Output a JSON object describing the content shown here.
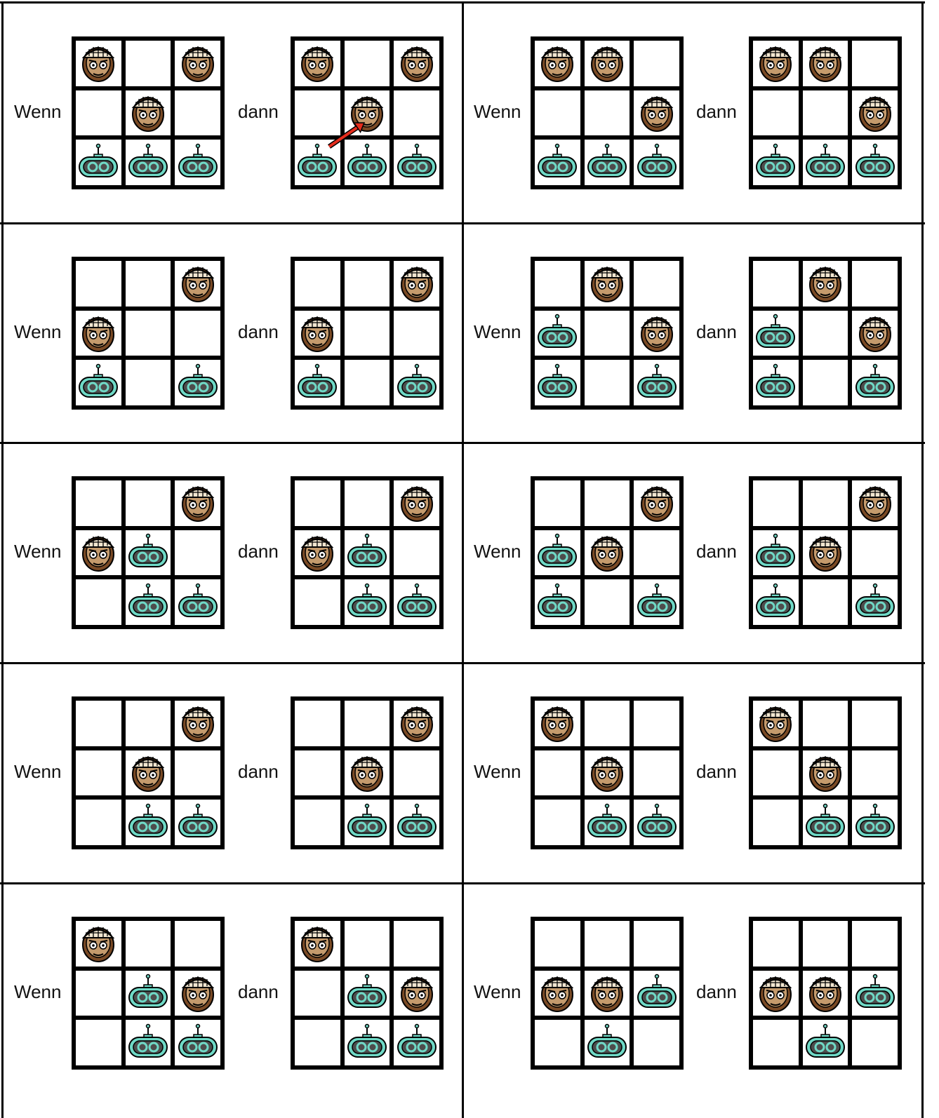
{
  "worksheet": {
    "if_label": "Wenn",
    "then_label": "dann",
    "token_legend": {
      "H": "human-head-icon",
      "R": "robot-icon",
      "": "empty"
    },
    "cards": [
      {
        "wenn": [
          [
            "H",
            "",
            "H"
          ],
          [
            "",
            "H",
            ""
          ],
          [
            "R",
            "R",
            "R"
          ]
        ],
        "dann": [
          [
            "H",
            "",
            "H"
          ],
          [
            "",
            "H",
            ""
          ],
          [
            "R",
            "R",
            "R"
          ]
        ],
        "dann_move_arrow": {
          "from_cell": [
            2,
            0
          ],
          "to_cell": [
            1,
            1
          ],
          "color": "#e52d1d"
        }
      },
      {
        "wenn": [
          [
            "H",
            "H",
            ""
          ],
          [
            "",
            "",
            "H"
          ],
          [
            "R",
            "R",
            "R"
          ]
        ],
        "dann": [
          [
            "H",
            "H",
            ""
          ],
          [
            "",
            "",
            "H"
          ],
          [
            "R",
            "R",
            "R"
          ]
        ]
      },
      {
        "wenn": [
          [
            "",
            "",
            "H"
          ],
          [
            "H",
            "",
            ""
          ],
          [
            "R",
            "",
            "R"
          ]
        ],
        "dann": [
          [
            "",
            "",
            "H"
          ],
          [
            "H",
            "",
            ""
          ],
          [
            "R",
            "",
            "R"
          ]
        ]
      },
      {
        "wenn": [
          [
            "",
            "H",
            ""
          ],
          [
            "R",
            "",
            "H"
          ],
          [
            "R",
            "",
            "R"
          ]
        ],
        "dann": [
          [
            "",
            "H",
            ""
          ],
          [
            "R",
            "",
            "H"
          ],
          [
            "R",
            "",
            "R"
          ]
        ]
      },
      {
        "wenn": [
          [
            "",
            "",
            "H"
          ],
          [
            "H",
            "R",
            ""
          ],
          [
            "",
            "R",
            "R"
          ]
        ],
        "dann": [
          [
            "",
            "",
            "H"
          ],
          [
            "H",
            "R",
            ""
          ],
          [
            "",
            "R",
            "R"
          ]
        ]
      },
      {
        "wenn": [
          [
            "",
            "",
            "H"
          ],
          [
            "R",
            "H",
            ""
          ],
          [
            "R",
            "",
            "R"
          ]
        ],
        "dann": [
          [
            "",
            "",
            "H"
          ],
          [
            "R",
            "H",
            ""
          ],
          [
            "R",
            "",
            "R"
          ]
        ]
      },
      {
        "wenn": [
          [
            "",
            "",
            "H"
          ],
          [
            "",
            "H",
            ""
          ],
          [
            "",
            "R",
            "R"
          ]
        ],
        "dann": [
          [
            "",
            "",
            "H"
          ],
          [
            "",
            "H",
            ""
          ],
          [
            "",
            "R",
            "R"
          ]
        ]
      },
      {
        "wenn": [
          [
            "H",
            "",
            ""
          ],
          [
            "",
            "H",
            ""
          ],
          [
            "",
            "R",
            "R"
          ]
        ],
        "dann": [
          [
            "H",
            "",
            ""
          ],
          [
            "",
            "H",
            ""
          ],
          [
            "",
            "R",
            "R"
          ]
        ]
      },
      {
        "wenn": [
          [
            "H",
            "",
            ""
          ],
          [
            "",
            "R",
            "H"
          ],
          [
            "",
            "R",
            "R"
          ]
        ],
        "dann": [
          [
            "H",
            "",
            ""
          ],
          [
            "",
            "R",
            "H"
          ],
          [
            "",
            "R",
            "R"
          ]
        ]
      },
      {
        "wenn": [
          [
            "",
            "",
            ""
          ],
          [
            "H",
            "H",
            "R"
          ],
          [
            "",
            "R",
            ""
          ]
        ],
        "dann": [
          [
            "",
            "",
            ""
          ],
          [
            "H",
            "H",
            "R"
          ],
          [
            "",
            "R",
            ""
          ]
        ]
      }
    ]
  },
  "colors": {
    "line": "#000000",
    "robot_body": "#6fd9c6",
    "robot_screen": "#4d4d4d",
    "head_skin": "#c49a6c",
    "head_dark": "#7a4a25",
    "arrow": "#e52d1d"
  }
}
